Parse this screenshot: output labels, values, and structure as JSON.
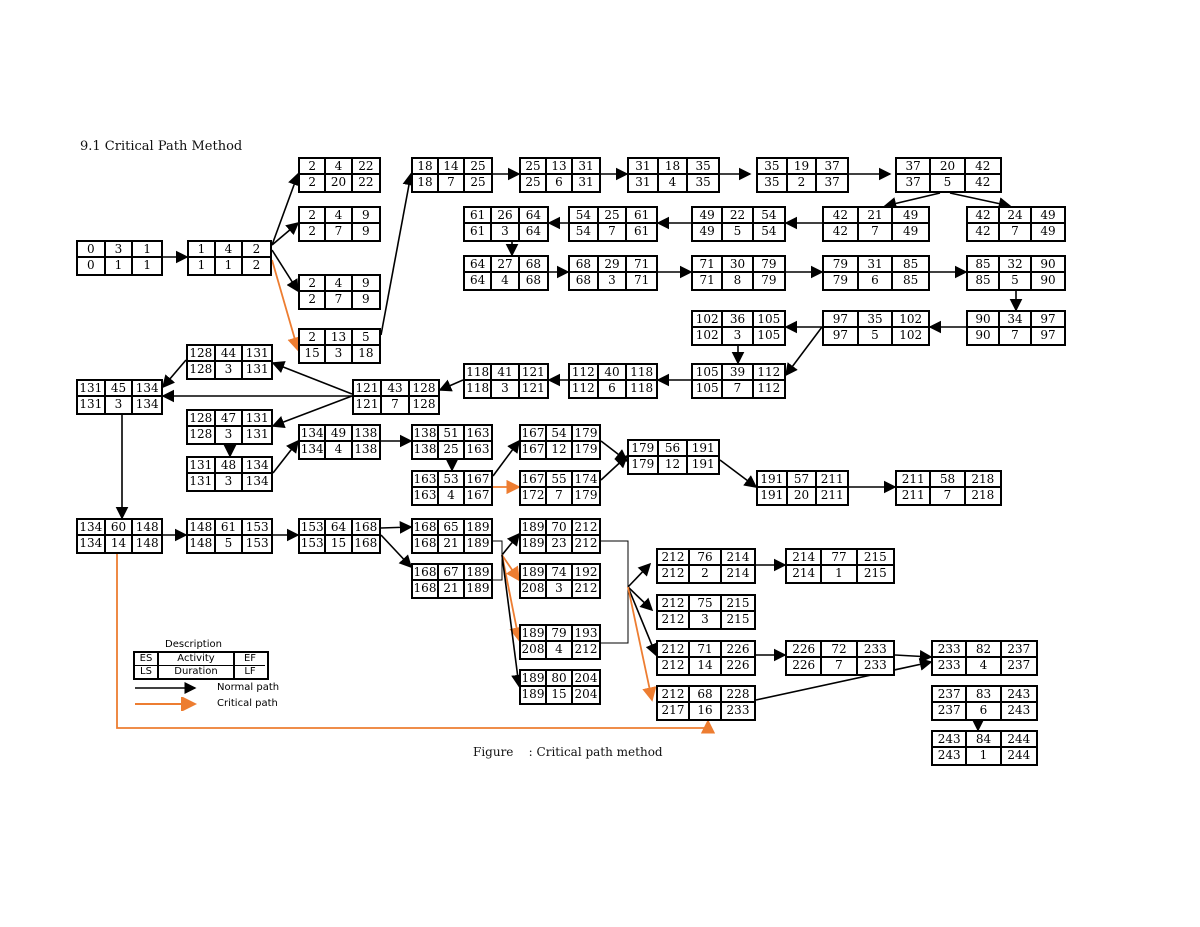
{
  "title": "9.1 Critical Path Method",
  "caption": "Figure    : Critical path method",
  "legend": {
    "heading": "Description",
    "cells": [
      "ES",
      "Activity",
      "EF",
      "LS",
      "Duration",
      "LF"
    ],
    "normal_label": "Normal path",
    "critical_label": "Critical path"
  },
  "colors": {
    "normal": "#000000",
    "critical": "#ed7d31"
  },
  "nodes": [
    [
      0,
      3,
      1,
      0,
      1,
      1
    ],
    [
      1,
      4,
      2,
      1,
      1,
      2
    ],
    [
      2,
      4,
      22,
      2,
      20,
      22
    ],
    [
      2,
      4,
      9,
      2,
      7,
      9
    ],
    [
      2,
      4,
      9,
      2,
      7,
      9
    ],
    [
      2,
      13,
      5,
      15,
      3,
      18
    ],
    [
      18,
      14,
      25,
      18,
      7,
      25
    ],
    [
      25,
      13,
      31,
      25,
      6,
      31
    ],
    [
      31,
      18,
      35,
      31,
      4,
      35
    ],
    [
      35,
      19,
      37,
      35,
      2,
      37
    ],
    [
      37,
      20,
      42,
      37,
      5,
      42
    ],
    [
      42,
      21,
      49,
      42,
      7,
      49
    ],
    [
      42,
      24,
      49,
      42,
      7,
      49
    ],
    [
      49,
      22,
      54,
      49,
      5,
      54
    ],
    [
      54,
      25,
      61,
      54,
      7,
      61
    ],
    [
      61,
      26,
      64,
      61,
      3,
      64
    ],
    [
      64,
      27,
      68,
      64,
      4,
      68
    ],
    [
      68,
      29,
      71,
      68,
      3,
      71
    ],
    [
      71,
      30,
      79,
      71,
      8,
      79
    ],
    [
      79,
      31,
      85,
      79,
      6,
      85
    ],
    [
      85,
      32,
      90,
      85,
      5,
      90
    ],
    [
      90,
      34,
      97,
      90,
      7,
      97
    ],
    [
      97,
      35,
      102,
      97,
      5,
      102
    ],
    [
      102,
      36,
      105,
      102,
      3,
      105
    ],
    [
      105,
      39,
      112,
      105,
      7,
      112
    ],
    [
      112,
      40,
      118,
      112,
      6,
      118
    ],
    [
      118,
      41,
      121,
      118,
      3,
      121
    ],
    [
      121,
      43,
      128,
      121,
      7,
      128
    ],
    [
      128,
      44,
      131,
      128,
      3,
      131
    ],
    [
      131,
      45,
      134,
      131,
      3,
      134
    ],
    [
      128,
      47,
      131,
      128,
      3,
      131
    ],
    [
      131,
      48,
      134,
      131,
      3,
      134
    ],
    [
      134,
      49,
      138,
      134,
      4,
      138
    ],
    [
      138,
      51,
      163,
      138,
      25,
      163
    ],
    [
      163,
      53,
      167,
      163,
      4,
      167
    ],
    [
      167,
      54,
      179,
      167,
      12,
      179
    ],
    [
      167,
      55,
      174,
      172,
      7,
      179
    ],
    [
      179,
      56,
      191,
      179,
      12,
      191
    ],
    [
      191,
      57,
      211,
      191,
      20,
      211
    ],
    [
      211,
      58,
      218,
      211,
      7,
      218
    ],
    [
      134,
      60,
      148,
      134,
      14,
      148
    ],
    [
      148,
      61,
      153,
      148,
      5,
      153
    ],
    [
      153,
      64,
      168,
      153,
      15,
      168
    ],
    [
      168,
      65,
      189,
      168,
      21,
      189
    ],
    [
      168,
      67,
      189,
      168,
      21,
      189
    ],
    [
      189,
      70,
      212,
      189,
      23,
      212
    ],
    [
      189,
      74,
      192,
      208,
      3,
      212
    ],
    [
      189,
      79,
      193,
      208,
      4,
      212
    ],
    [
      189,
      80,
      204,
      189,
      15,
      204
    ],
    [
      212,
      76,
      214,
      212,
      2,
      214
    ],
    [
      214,
      77,
      215,
      214,
      1,
      215
    ],
    [
      212,
      75,
      215,
      212,
      3,
      215
    ],
    [
      212,
      71,
      226,
      212,
      14,
      226
    ],
    [
      226,
      72,
      233,
      226,
      7,
      233
    ],
    [
      233,
      82,
      237,
      233,
      4,
      237
    ],
    [
      212,
      68,
      228,
      217,
      16,
      233
    ],
    [
      237,
      83,
      243,
      237,
      6,
      243
    ],
    [
      243,
      84,
      244,
      243,
      1,
      244
    ]
  ]
}
